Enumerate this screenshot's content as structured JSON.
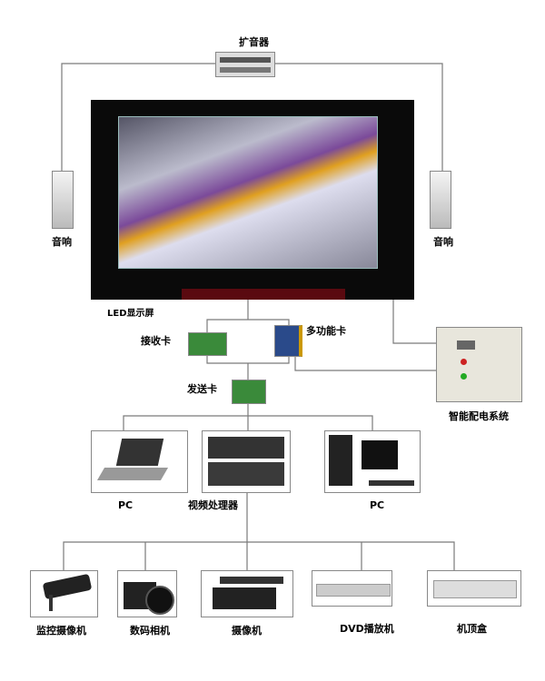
{
  "title": "LED显示屏系统连接图",
  "labels": {
    "amplifier": "扩音器",
    "speaker_left": "音响",
    "speaker_right": "音响",
    "led_screen": "LED显示屏",
    "receive_card": "接收卡",
    "multifunction_card": "多功能卡",
    "send_card": "发送卡",
    "power_system": "智能配电系统",
    "pc_left": "PC",
    "video_processor": "视频处理器",
    "pc_right": "PC",
    "surveillance_camera": "监控摄像机",
    "digital_camera": "数码相机",
    "camcorder": "摄像机",
    "dvd_player": "DVD播放机",
    "set_top_box": "机顶盒"
  },
  "colors": {
    "line": "#7a7a7a",
    "screen": "#0a0a0a",
    "board": "#3a8a3a"
  }
}
